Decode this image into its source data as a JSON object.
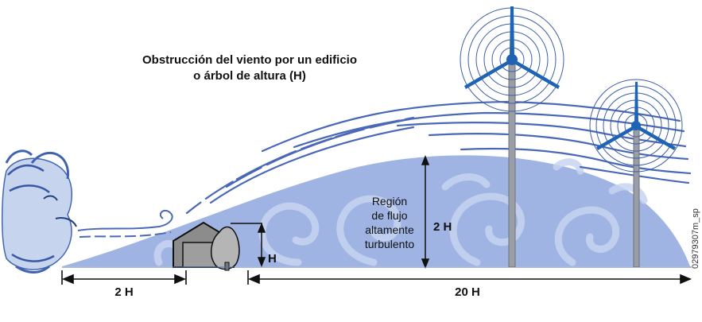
{
  "title": {
    "line1": "Obstrucción del viento por un edificio",
    "line2": "o árbol de altura (H)"
  },
  "dimensions": {
    "upwind": "2 H",
    "downwind": "20 H",
    "obstacle_height": "H",
    "turbulence_height": "2 H"
  },
  "region_label": {
    "line1": "Región",
    "line2": "de flujo",
    "line3": "altamente",
    "line4": "turbulento"
  },
  "figure_code": "02979307m_sp",
  "colors": {
    "turbulence_fill": "#9fb4e3",
    "streamline": "#4a68b8",
    "turbine_blade": "#1f63b4",
    "tower": "#9a9ea6",
    "house": "#8c8c8c",
    "tree": "#b5b5b5"
  },
  "icons": [
    "wind-face-icon",
    "house-icon",
    "tree-icon",
    "wind-turbine-icon"
  ]
}
